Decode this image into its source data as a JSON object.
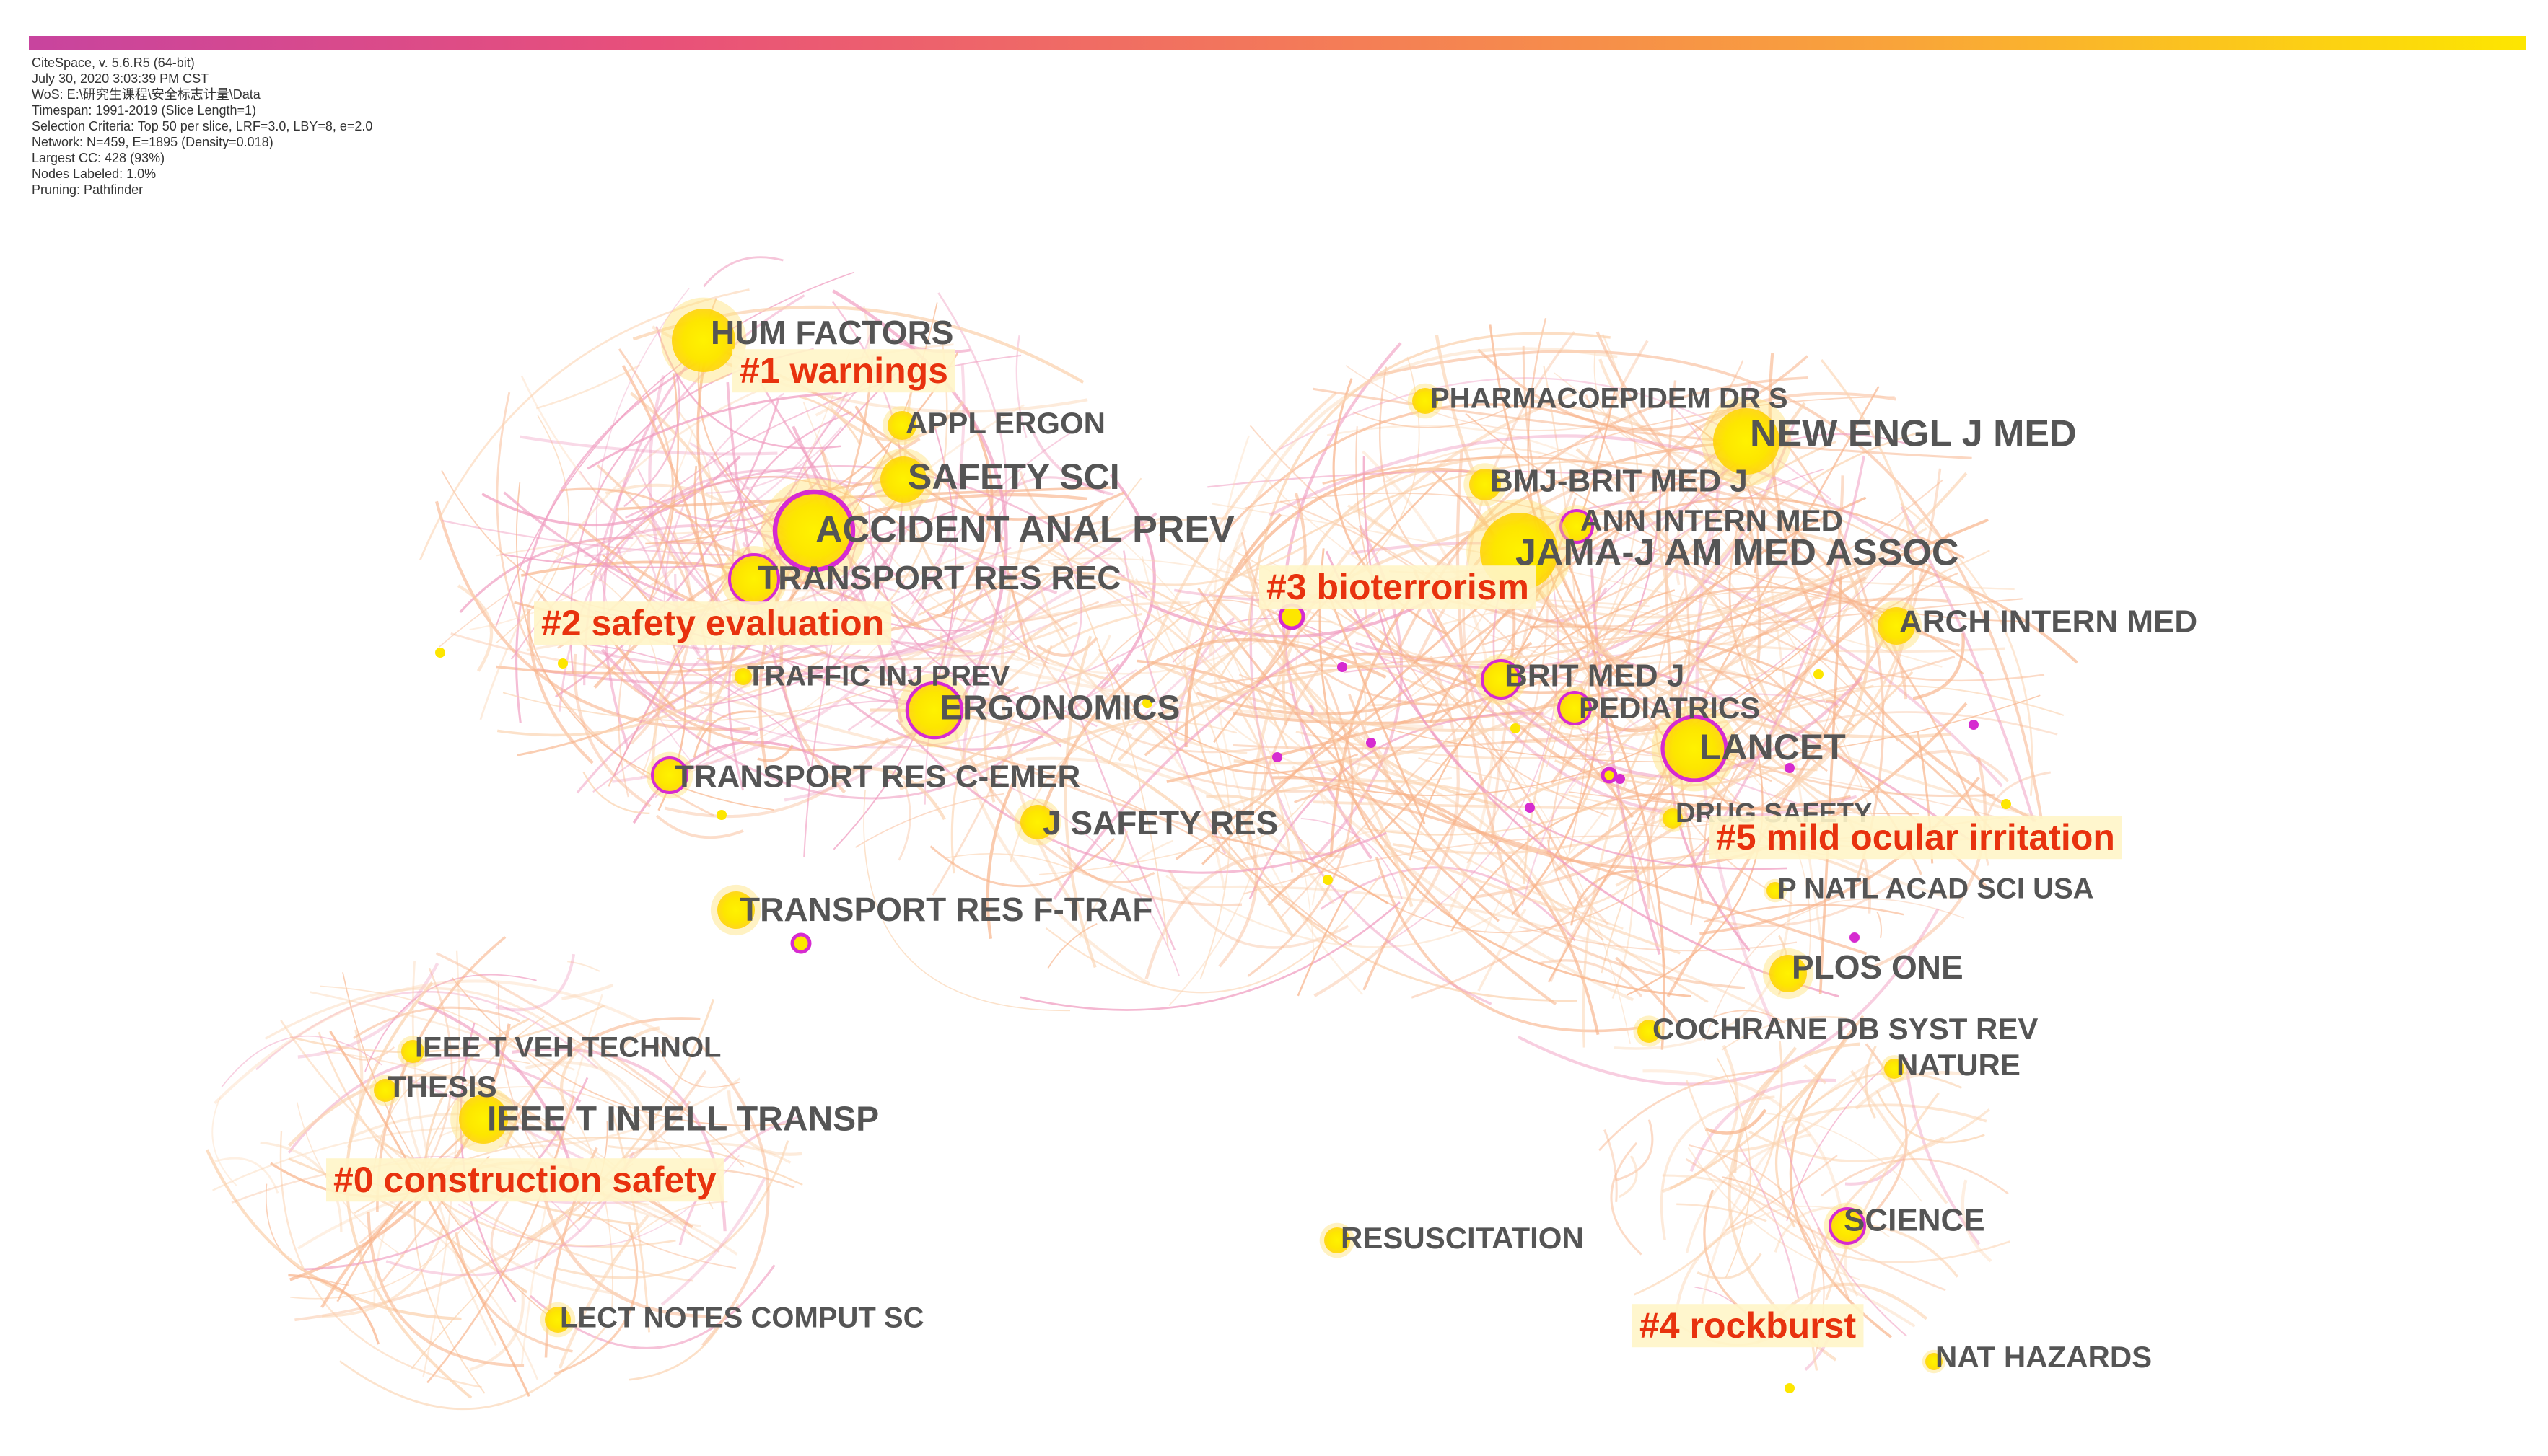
{
  "header": {
    "metadata": [
      "CiteSpace, v. 5.6.R5 (64-bit)",
      "July 30, 2020 3:03:39 PM CST",
      "WoS: E:\\研究生课程\\安全标志计量\\Data",
      "Timespan: 1991-2019 (Slice Length=1)",
      "Selection Criteria: Top 50 per slice, LRF=3.0, LBY=8, e=2.0",
      "Network: N=459, E=1895 (Density=0.018)",
      "Largest CC: 428 (93%)",
      "Nodes Labeled: 1.0%",
      "Pruning: Pathfinder"
    ]
  },
  "colors": {
    "node_core": "#fde600",
    "node_halo": "#ffe27a",
    "node_ring": "#d62bd0",
    "label": "#555555",
    "cluster_label": "#e8320e",
    "cluster_bg": "#fff5c8",
    "edge_pink": "#f09cc0",
    "edge_orange": "#f8b38a",
    "edge_peach": "#fbd3b0"
  },
  "journals": [
    {
      "id": "hum-factors",
      "label": "HUM FACTORS",
      "ring": false
    },
    {
      "id": "appl-ergon",
      "label": "APPL ERGON",
      "ring": false
    },
    {
      "id": "safety-sci",
      "label": "SAFETY SCI",
      "ring": false
    },
    {
      "id": "accident-anal-prev",
      "label": "ACCIDENT ANAL PREV",
      "ring": true
    },
    {
      "id": "transport-res-rec",
      "label": "TRANSPORT RES REC",
      "ring": true
    },
    {
      "id": "traffic-inj-prev",
      "label": "TRAFFIC INJ PREV",
      "ring": false
    },
    {
      "id": "ergonomics",
      "label": "ERGONOMICS",
      "ring": true
    },
    {
      "id": "transport-res-c-emer",
      "label": "TRANSPORT RES C-EMER",
      "ring": true
    },
    {
      "id": "j-safety-res",
      "label": "J SAFETY RES",
      "ring": false
    },
    {
      "id": "transport-res-f-traf",
      "label": "TRANSPORT RES F-TRAF",
      "ring": false
    },
    {
      "id": "ieee-t-veh-technol",
      "label": "IEEE T VEH TECHNOL",
      "ring": false
    },
    {
      "id": "thesis",
      "label": "THESIS",
      "ring": false
    },
    {
      "id": "ieee-t-intell-transp",
      "label": "IEEE T INTELL TRANSP",
      "ring": false
    },
    {
      "id": "lect-notes-comput-sc",
      "label": "LECT NOTES COMPUT SC",
      "ring": false
    },
    {
      "id": "pharmacoepidem-dr-s",
      "label": "PHARMACOEPIDEM DR S",
      "ring": false
    },
    {
      "id": "new-engl-j-med",
      "label": "NEW ENGL J MED",
      "ring": false
    },
    {
      "id": "bmj-brit-med-j",
      "label": "BMJ-BRIT MED J",
      "ring": false
    },
    {
      "id": "ann-intern-med",
      "label": "ANN INTERN MED",
      "ring": true
    },
    {
      "id": "jama-j-am-med-assoc",
      "label": "JAMA-J AM MED ASSOC",
      "ring": false
    },
    {
      "id": "arch-intern-med",
      "label": "ARCH INTERN MED",
      "ring": false
    },
    {
      "id": "brit-med-j",
      "label": "BRIT MED J",
      "ring": true
    },
    {
      "id": "pediatrics",
      "label": "PEDIATRICS",
      "ring": true
    },
    {
      "id": "lancet",
      "label": "LANCET",
      "ring": true
    },
    {
      "id": "drug-safety",
      "label": "DRUG SAFETY",
      "ring": false
    },
    {
      "id": "p-natl-acad-sci-usa",
      "label": "P NATL ACAD SCI USA",
      "ring": false
    },
    {
      "id": "plos-one",
      "label": "PLOS ONE",
      "ring": false
    },
    {
      "id": "cochrane-db-syst-rev",
      "label": "COCHRANE DB SYST REV",
      "ring": false
    },
    {
      "id": "nature",
      "label": "NATURE",
      "ring": false
    },
    {
      "id": "resuscitation",
      "label": "RESUSCITATION",
      "ring": false
    },
    {
      "id": "science",
      "label": "SCIENCE",
      "ring": true
    },
    {
      "id": "nat-hazards",
      "label": "NAT HAZARDS",
      "ring": false
    }
  ],
  "clusters": [
    {
      "id": "cluster-1",
      "label": "#1 warnings"
    },
    {
      "id": "cluster-2",
      "label": "#2 safety evaluation"
    },
    {
      "id": "cluster-3",
      "label": "#3 bioterrorism"
    },
    {
      "id": "cluster-5",
      "label": "#5 mild ocular irritation"
    },
    {
      "id": "cluster-0",
      "label": "#0 construction safety"
    },
    {
      "id": "cluster-4",
      "label": "#4 rockburst"
    }
  ]
}
